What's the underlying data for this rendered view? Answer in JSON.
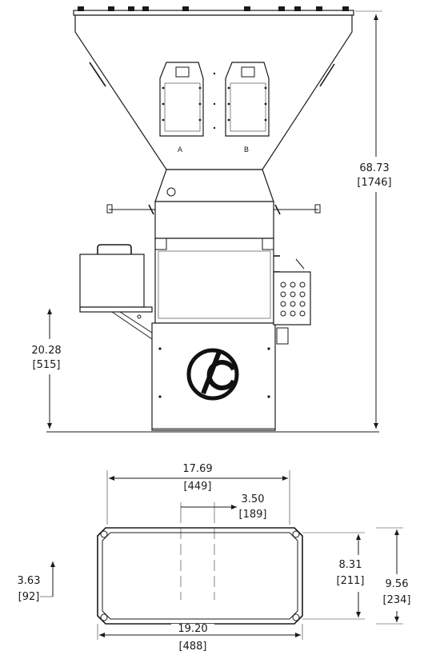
{
  "dimensions": {
    "overall_height": {
      "value": "68.73",
      "metric": "[1746]"
    },
    "outlet_height": {
      "value": "20.28",
      "metric": "[515]"
    },
    "top_width": {
      "value": "17.69",
      "metric": "[449]"
    },
    "slot_spacing": {
      "value": "3.50",
      "metric": "[189]"
    },
    "inner_depth": {
      "value": "8.31",
      "metric": "[211]"
    },
    "outer_depth": {
      "value": "9.56",
      "metric": "[234]"
    },
    "base_width": {
      "value": "19.20",
      "metric": "[488]"
    },
    "slot_offset": {
      "value": "3.63",
      "metric": "[92]"
    }
  },
  "hopper_labels": {
    "left": "A",
    "right": "B"
  }
}
